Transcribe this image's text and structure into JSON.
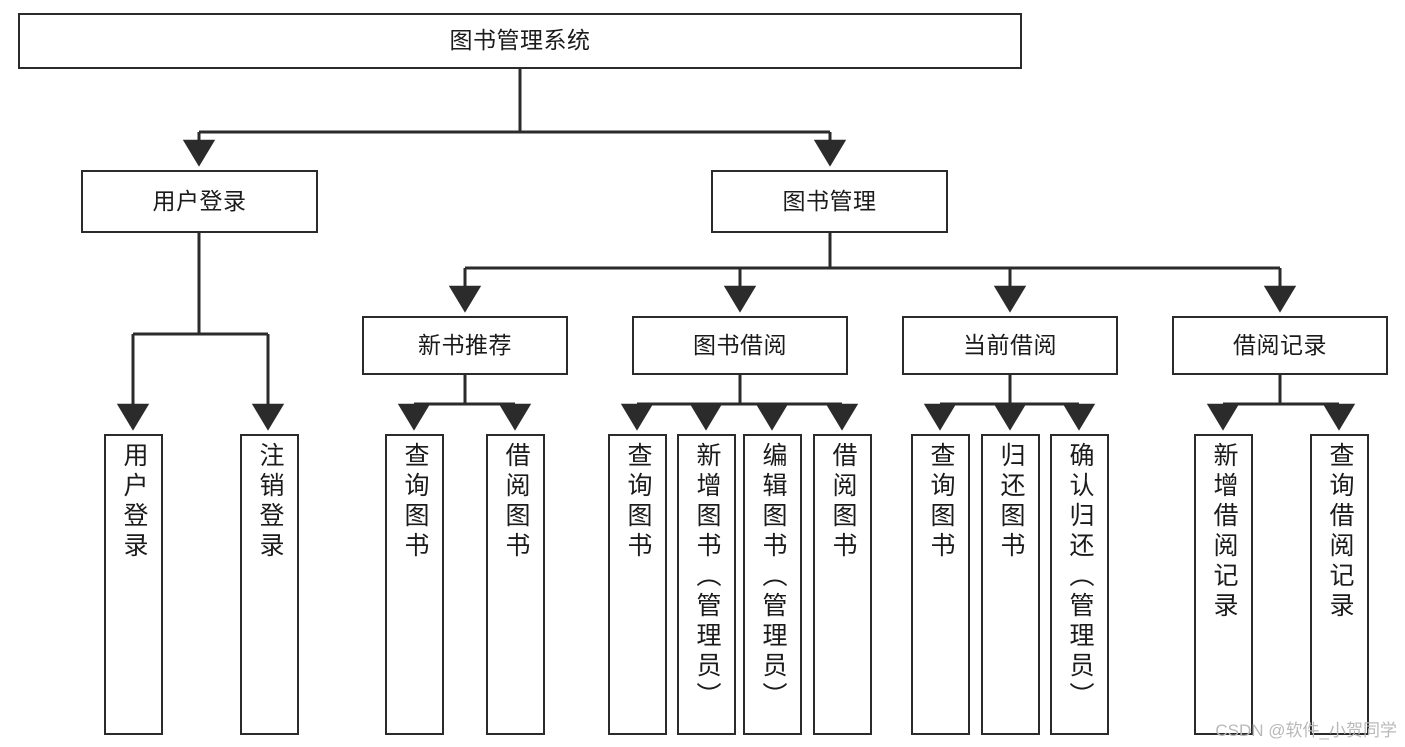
{
  "diagram": {
    "title": "图书管理系统",
    "type": "hierarchy-tree",
    "colors": {
      "box_border": "#2b2b2b",
      "box_fill": "#ffffff",
      "connector": "#2b2b2b",
      "watermark": "#b9b9b9"
    },
    "nodes": {
      "root": {
        "label": "图书管理系统"
      },
      "level2": [
        {
          "label": "用户登录"
        },
        {
          "label": "图书管理"
        }
      ],
      "level3": [
        {
          "label": "新书推荐"
        },
        {
          "label": "图书借阅"
        },
        {
          "label": "当前借阅"
        },
        {
          "label": "借阅记录"
        }
      ],
      "leaves": {
        "user_login": [
          {
            "label": "用户登录"
          },
          {
            "label": "注销登录"
          }
        ],
        "new_book": [
          {
            "label": "查询图书"
          },
          {
            "label": "借阅图书"
          }
        ],
        "borrow_book": [
          {
            "label": "查询图书"
          },
          {
            "label": "新增图书（管理员）"
          },
          {
            "label": "编辑图书（管理员）"
          },
          {
            "label": "借阅图书"
          }
        ],
        "current_borrow": [
          {
            "label": "查询图书"
          },
          {
            "label": "归还图书"
          },
          {
            "label": "确认归还（管理员）"
          }
        ],
        "borrow_record": [
          {
            "label": "新增借阅记录"
          },
          {
            "label": "查询借阅记录"
          }
        ]
      }
    },
    "watermark": "CSDN @软件_小贺同学"
  }
}
